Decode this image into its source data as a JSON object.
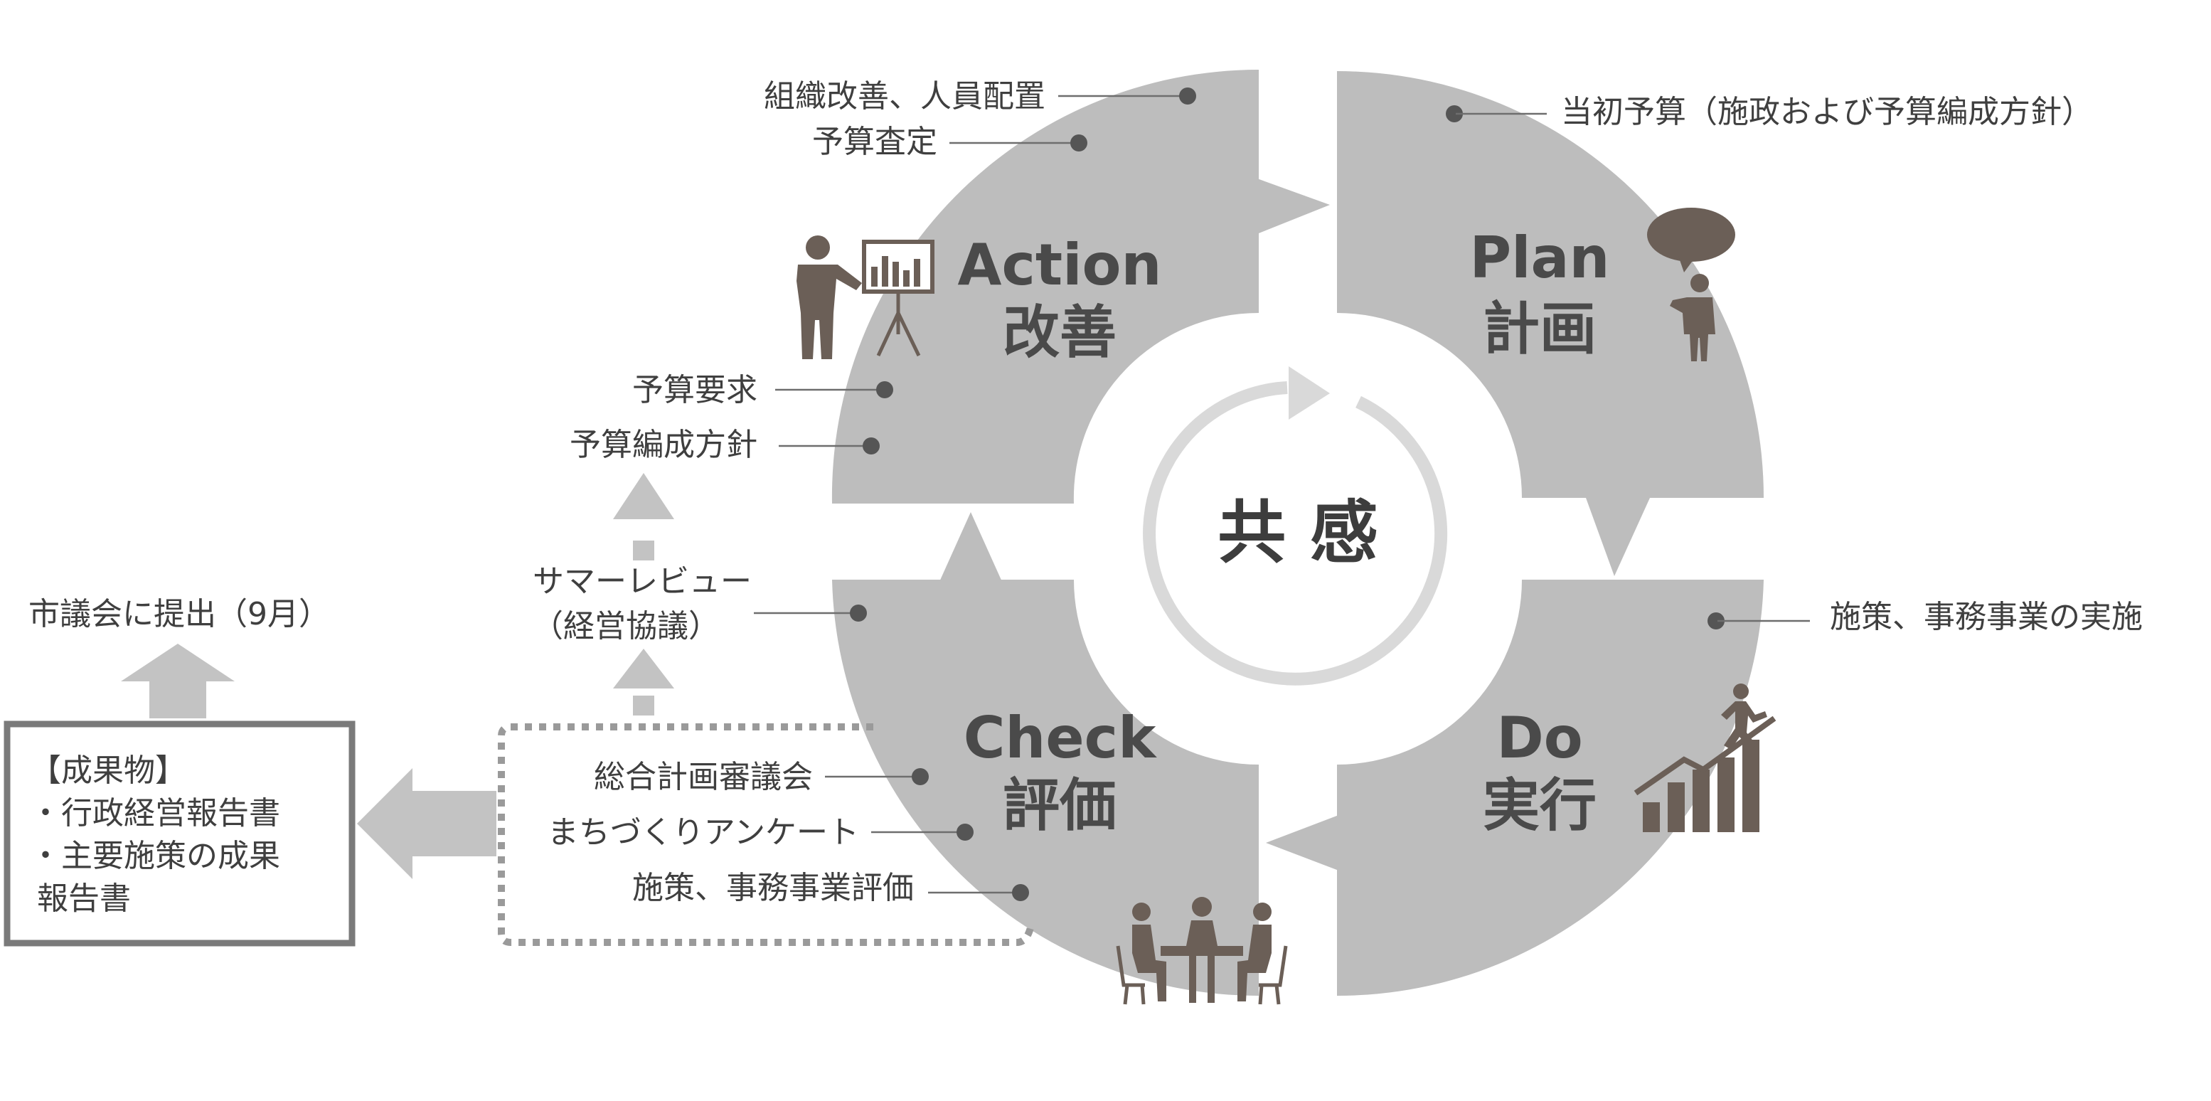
{
  "center": {
    "label": "共 感"
  },
  "phases": {
    "plan": {
      "en": "Plan",
      "jp": "計画"
    },
    "do": {
      "en": "Do",
      "jp": "実行"
    },
    "check": {
      "en": "Check",
      "jp": "評価"
    },
    "action": {
      "en": "Action",
      "jp": "改善"
    }
  },
  "annotations": {
    "action_1": "組織改善、人員配置",
    "action_2": "予算査定",
    "plan_1": "当初予算（施政および予算編成方針）",
    "do_1": "施策、事務事業の実施",
    "req_1": "予算要求",
    "req_2": "予算編成方針",
    "summer_1": "サマーレビュー",
    "summer_2": "（経営協議）",
    "check_1": "総合計画審議会",
    "check_2": "まちづくりアンケート",
    "check_3": "施策、事務事業評価"
  },
  "outputs": {
    "council": "市議会に提出（9月）",
    "title": "【成果物】",
    "item_1": "・行政経営報告書",
    "item_2": "・主要施策の成果",
    "item_2_cont": "報告書"
  },
  "icons": {
    "action": "presenter-chart-icon",
    "plan": "speech-bubble-person-icon",
    "do": "growth-climber-icon",
    "check": "meeting-table-icon"
  },
  "colors": {
    "quadrant": "#bdbdbd",
    "icon": "#6b5f57",
    "text": "#3f3f3f",
    "inner_ring": "#d9d9d9"
  }
}
